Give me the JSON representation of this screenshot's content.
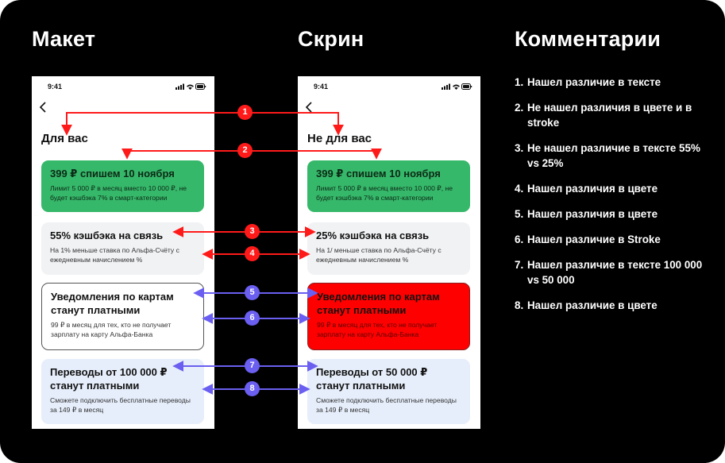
{
  "columns": {
    "layout": "Макет",
    "screen": "Скрин",
    "comments": "Комментарии"
  },
  "layout_phone": {
    "time": "9:41",
    "title": "Для вас",
    "cards": [
      {
        "title": "399 ₽ спишем 10 ноября",
        "desc": "Лимит 5 000 ₽ в месяц вместо 10 000 ₽, не будет кэшбэка 7% в смарт-категории"
      },
      {
        "title": "55% кэшбэка на связь",
        "desc": "На 1% меньше ставка по Альфа-Счёту с ежедневным начислением %"
      },
      {
        "title": "Уведомления по картам станут платными",
        "desc": "99 ₽ в месяц для тех, кто не получает зарплату на карту Альфа-Банка"
      },
      {
        "title": "Переводы от 100 000 ₽ станут платными",
        "desc": "Сможете подключить бесплатные переводы за 149 ₽ в месяц"
      }
    ]
  },
  "screen_phone": {
    "time": "9:41",
    "title": "Не для вас",
    "cards": [
      {
        "title": "399 ₽ спишем 10 ноября",
        "desc": "Лимит 5 000 ₽ в месяц вместо 10 000 ₽, не будет кэшбэка 7% в смарт-категории"
      },
      {
        "title": "25% кэшбэка на связь",
        "desc": "На 1/ меньше ставка по Альфа-Счёту с ежедневным начислением %"
      },
      {
        "title": "Уведомления по картам станут платными",
        "desc": "99 ₽ в месяц для тех, кто не получает зарплату на карту Альфа-Банка"
      },
      {
        "title": "Переводы от 50 000 ₽ станут платными",
        "desc": "Сможете подключить бесплатные переводы за 149 ₽ в месяц"
      }
    ]
  },
  "markers": [
    "1",
    "2",
    "3",
    "4",
    "5",
    "6",
    "7",
    "8"
  ],
  "comments": [
    {
      "n": "1.",
      "text": "Нашел различие в тексте"
    },
    {
      "n": "2.",
      "text": "Не нашел различия в цвете и в stroke"
    },
    {
      "n": "3.",
      "text": "Не нашел различие в тексте 55% vs 25%"
    },
    {
      "n": "4.",
      "text": "Нашел различия в цвете"
    },
    {
      "n": "5.",
      "text": "Нашел различия в цвете"
    },
    {
      "n": "6.",
      "text": "Нашел различие в Stroke"
    },
    {
      "n": "7.",
      "text": "Нашел различие в тексте 100 000 vs 50 000"
    },
    {
      "n": "8.",
      "text": "Нашел различие в цвете"
    }
  ],
  "colors": {
    "background": "#000000",
    "red_marker": "#ff1a1a",
    "violet_marker": "#6a5ff0",
    "green_card": "#36b86a",
    "gray_card": "#f1f2f4",
    "blue_card": "#e6eefb",
    "red_card": "#ff0000"
  }
}
